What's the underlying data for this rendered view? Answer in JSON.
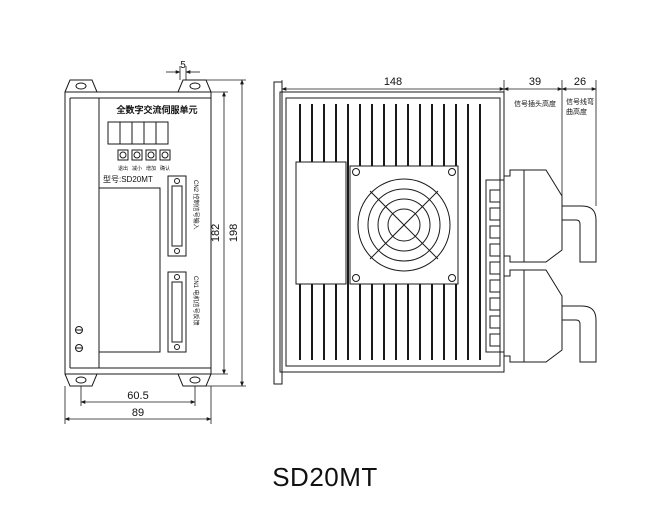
{
  "caption": "SD20MT",
  "front": {
    "panel_title": "全数字交流伺服单元",
    "buttons": [
      "退出",
      "减小",
      "增加",
      "确认"
    ],
    "model_label": "型号:SD20MT",
    "cn2_label": "CN2 控制信号输入",
    "cn1_label": "CN1 电机信号反馈"
  },
  "side": {
    "plug_height_label": "信号插头高度",
    "cable_bend_label": "信号线弯曲高度"
  },
  "dimensions": {
    "top_offset": "5",
    "height_inner": "182",
    "height_outer": "198",
    "width_inner": "60.5",
    "width_outer": "89",
    "depth": "148",
    "plug_depth": "39",
    "cable_depth": "26"
  },
  "colors": {
    "line": "#1a1a1a",
    "fill_dark": "#111111"
  }
}
